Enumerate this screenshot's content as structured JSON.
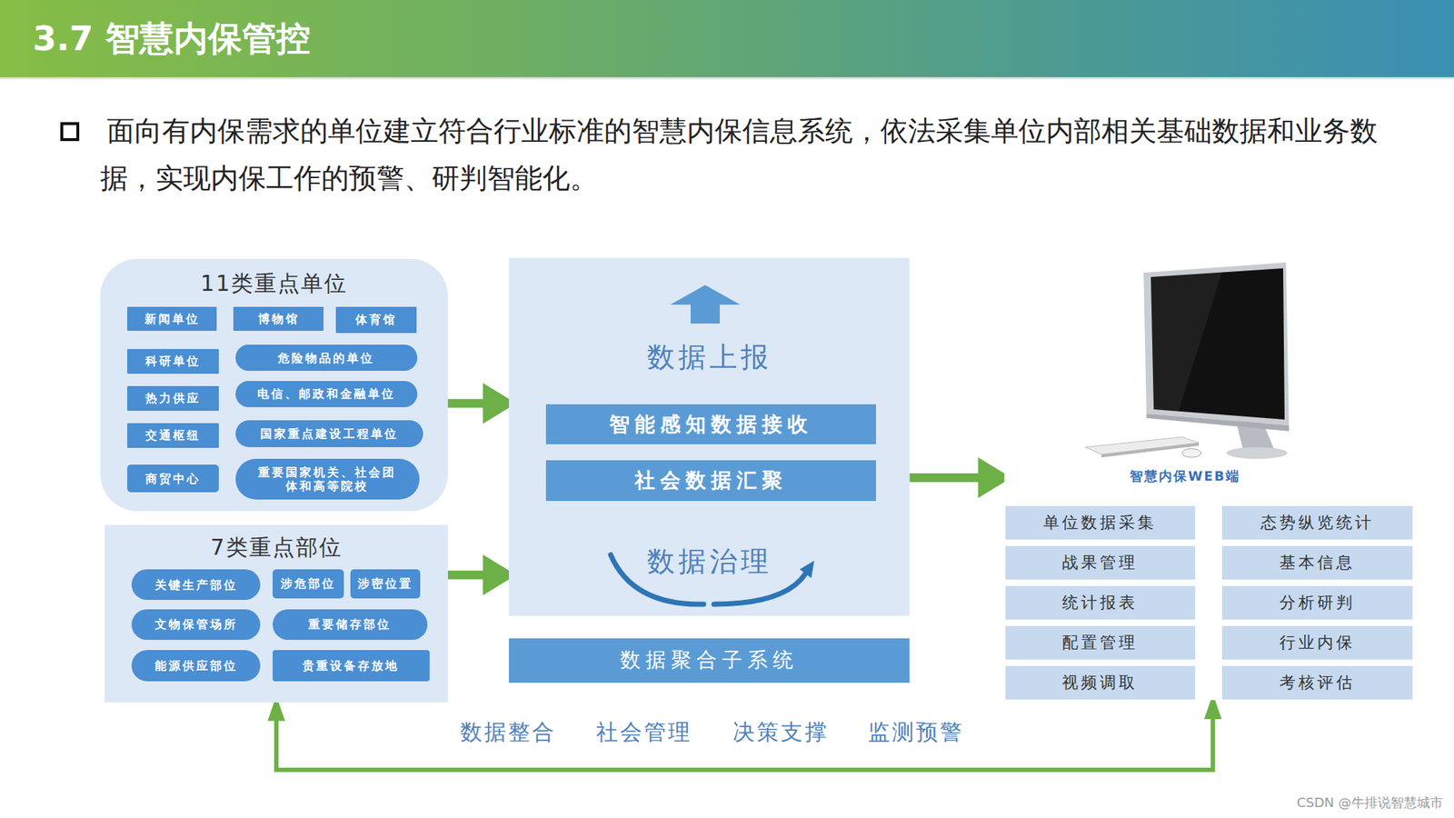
{
  "diagram": {
    "title": "3.7 智慧内保管控",
    "nodes": [
      {
        "text": [
          "11类重点单位"
        ]
      },
      {
        "text": [
          "新闻单位"
        ],
        "in": 0
      },
      {
        "text": [
          "博物馆"
        ],
        "in": 0
      },
      {
        "text": [
          "体育馆"
        ],
        "in": 0
      },
      {
        "text": [
          "科研单位"
        ],
        "in": 0
      },
      {
        "text": [
          "危险物品的单位"
        ],
        "in": 0
      },
      {
        "text": [
          "热力供应"
        ],
        "in": 0
      },
      {
        "text": [
          "电信、邮政和金融单位"
        ],
        "in": 0
      },
      {
        "text": [
          "交通枢纽"
        ],
        "in": 0
      },
      {
        "text": [
          "国家重点建设工程单位"
        ],
        "in": 0
      },
      {
        "text": [
          "商贸中心"
        ],
        "in": 0
      },
      {
        "text": [
          "重要国家机关、社会团体和高等院校"
        ],
        "in": 0
      },
      {
        "text": [
          "7类重点部位"
        ]
      },
      {
        "text": [
          "关键生产部位"
        ],
        "in": 12
      },
      {
        "text": [
          "涉危部位"
        ],
        "in": 12
      },
      {
        "text": [
          "涉密位置"
        ],
        "in": 12
      },
      {
        "text": [
          "文物保管场所"
        ],
        "in": 12
      },
      {
        "text": [
          "重要储存部位"
        ],
        "in": 12
      },
      {
        "text": [
          "能源供应部位"
        ],
        "in": 12
      },
      {
        "text": [
          "贵重设备存放地"
        ],
        "in": 12
      },
      {
        "text": [
          "数据上报",
          "数据治理"
        ]
      },
      {
        "text": [
          "智能感知数据接收"
        ],
        "in": 20
      },
      {
        "text": [
          "社会数据汇聚"
        ],
        "in": 20
      },
      {
        "text": [
          "数据聚合子系统"
        ]
      },
      {
        "text": [
          "智慧内保WEB端"
        ]
      },
      {
        "text": [
          "单位数据采集"
        ],
        "in": 24
      },
      {
        "text": [
          "态势纵览统计"
        ],
        "in": 24
      },
      {
        "text": [
          "战果管理"
        ],
        "in": 24
      },
      {
        "text": [
          "基本信息"
        ],
        "in": 24
      },
      {
        "text": [
          "统计报表"
        ],
        "in": 24
      },
      {
        "text": [
          "分析研判"
        ],
        "in": 24
      },
      {
        "text": [
          "配置管理"
        ],
        "in": 24
      },
      {
        "text": [
          "行业内保"
        ],
        "in": 24
      },
      {
        "text": [
          "视频调取"
        ],
        "in": 24
      },
      {
        "text": [
          "考核评估"
        ],
        "in": 24
      }
    ],
    "edges": [
      {
        "from": 0,
        "to": 20,
        "arrow": "to"
      },
      {
        "from": 12,
        "to": 20,
        "arrow": "to"
      },
      {
        "from": 20,
        "to": 24,
        "arrow": "to"
      },
      {
        "from": 12,
        "to": 24,
        "arrow": "both"
      }
    ],
    "labels": [
      "面向有内保需求的单位建立符合行业标准的智慧内保信息系统，依法采集单位内部相关基础数据和业务数据，实现内保工作的预警、研判智能化。",
      "数据整合",
      "社会管理",
      "决策支撑",
      "监测预警",
      "CSDN @牛排说智慧城市"
    ]
  }
}
